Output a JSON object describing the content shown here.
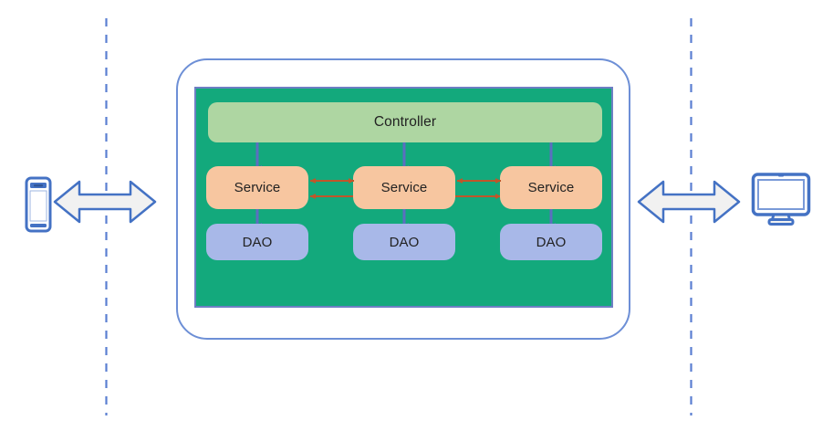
{
  "diagram": {
    "title": "Layered service architecture diagram",
    "colors": {
      "panel_green": "#13a97c",
      "panel_border": "#6d7fc4",
      "outer_border": "#6d8fd6",
      "controller_fill": "#aed6a2",
      "service_fill": "#f7c6a0",
      "dao_fill": "#a8b8e8",
      "service_link_arrow": "#c0562a",
      "vertical_arrow": "#5b6fc0",
      "device_stroke": "#4472c4",
      "device_fill": "#f1f1f1",
      "dashed_line": "#5b7fd1",
      "text": "#222222"
    },
    "boundary_lines": [
      {
        "name": "left-boundary",
        "style": "dashed"
      },
      {
        "name": "right-boundary",
        "style": "dashed"
      }
    ],
    "layers": [
      {
        "id": "controller",
        "label": "Controller",
        "nodes": [
          "Controller"
        ]
      },
      {
        "id": "service",
        "label": "Service",
        "nodes": [
          "Service",
          "Service",
          "Service"
        ]
      },
      {
        "id": "dao",
        "label": "DAO",
        "nodes": [
          "DAO",
          "DAO",
          "DAO"
        ]
      }
    ],
    "controller": {
      "label": "Controller"
    },
    "services": [
      {
        "label": "Service"
      },
      {
        "label": "Service"
      },
      {
        "label": "Service"
      }
    ],
    "daos": [
      {
        "label": "DAO"
      },
      {
        "label": "DAO"
      },
      {
        "label": "DAO"
      }
    ],
    "clients": {
      "left": {
        "icon": "mobile-phone-icon",
        "label": ""
      },
      "right": {
        "icon": "desktop-monitor-icon",
        "label": ""
      }
    },
    "connectors": {
      "controller_to_service": {
        "count": 3,
        "direction": "down",
        "style": "solid"
      },
      "service_to_dao": {
        "count": 3,
        "direction": "down",
        "style": "solid"
      },
      "service_to_service": {
        "count": 3,
        "direction": "bidirectional",
        "style": "solid"
      },
      "client_to_system": {
        "count": 2,
        "direction": "bidirectional",
        "style": "hollow-block-arrow"
      }
    }
  }
}
